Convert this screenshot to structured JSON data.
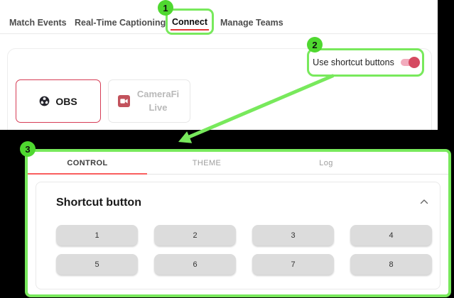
{
  "colors": {
    "green": "#78e95c",
    "badge_green": "#4fd830",
    "red": "#e53535",
    "indicator_red": "#fa5f5f",
    "obs_red": "#d63c55",
    "toggle_track": "#f2abbd",
    "toggle_knob": "#d54961",
    "camerafi_red": "#c2525c"
  },
  "annotations": {
    "step1": "1",
    "step2": "2",
    "step3": "3"
  },
  "top_nav": {
    "tabs": [
      {
        "label": "Match Events",
        "active": false
      },
      {
        "label": "Real-Time Captioning",
        "active": false
      },
      {
        "label": "Connect",
        "active": true
      },
      {
        "label": "Manage Teams",
        "active": false
      }
    ]
  },
  "connect_panel": {
    "toggle_label": "Use shortcut buttons",
    "toggle_on": true,
    "sources": [
      {
        "label": "OBS",
        "selected": true,
        "icon": "obs-logo"
      },
      {
        "label": "CameraFi Live",
        "selected": false,
        "icon": "camerafi-logo"
      }
    ]
  },
  "control_panel": {
    "tabs": [
      {
        "label": "CONTROL",
        "active": true
      },
      {
        "label": "THEME",
        "active": false
      },
      {
        "label": "Log",
        "active": false
      }
    ],
    "section": {
      "title": "Shortcut button",
      "collapse_icon": "chevron-up",
      "buttons": [
        "1",
        "2",
        "3",
        "4",
        "5",
        "6",
        "7",
        "8"
      ]
    }
  }
}
